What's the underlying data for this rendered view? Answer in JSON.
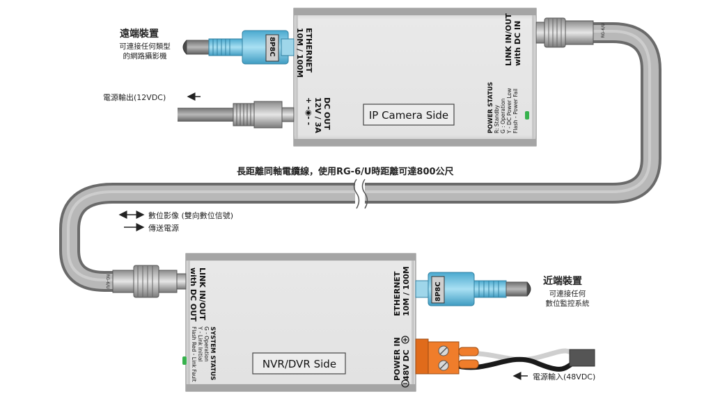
{
  "remote": {
    "title": "遠端裝置",
    "sub_line1": "可連接任何類型",
    "sub_line2": "的網路攝影機",
    "power_output": "電源輸出(12VDC)"
  },
  "local": {
    "title": "近端裝置",
    "sub_line1": "可連接任何",
    "sub_line2": "數位監控系統",
    "power_input": "電源輸入(48VDC)"
  },
  "cable_caption": "長距離同軸電纜線，使用RG-6/U時距離可達800公尺",
  "signal_legend": {
    "bidirectional": "數位影像 (雙向數位信號)",
    "power": "傳送電源"
  },
  "ip_unit": {
    "name": "IP Camera Side",
    "ethernet_line1": "ETHERNET",
    "ethernet_line2": "10M / 100M",
    "rj45_tag": "8P8C",
    "dc_out_line1": "DC OUT",
    "dc_out_line2": "12V / 3A",
    "dc_out_polarity": "+ -◉- -",
    "link_line1": "LINK IN/OUT",
    "link_line2": "with DC IN",
    "status_title": "POWER STATUS",
    "status_1": "R: Standby",
    "status_2": "G : Operation",
    "status_3": "Y - DC Power Low",
    "status_4": "Flash - Power Fail",
    "cable_tag": "RG-6/U"
  },
  "nvr_unit": {
    "name": "NVR/DVR Side",
    "link_line1": "LINK IN/OUT",
    "link_line2": "with DC OUT",
    "status_title": "SYSTEM STATUS",
    "status_1": "G - Operation",
    "status_2": "Y - Link Initial",
    "status_3": "Flash Red - Link Fault",
    "ethernet_line1": "ETHERNET",
    "ethernet_line2": "10M / 100M",
    "rj45_tag": "8P8C",
    "power_line1": "POWER IN",
    "power_line2": "48V DC",
    "cable_tag": "RG-6/U"
  },
  "colors": {
    "box_fill": "#dedede",
    "box_rail": "#8f8f8f",
    "coax_outer": "#6e6e6e",
    "coax_inner": "#b7b7b7",
    "rj45_blue": "#7ecbe6",
    "terminal_orange": "#f07d2b",
    "status_led": "#37b24d"
  }
}
